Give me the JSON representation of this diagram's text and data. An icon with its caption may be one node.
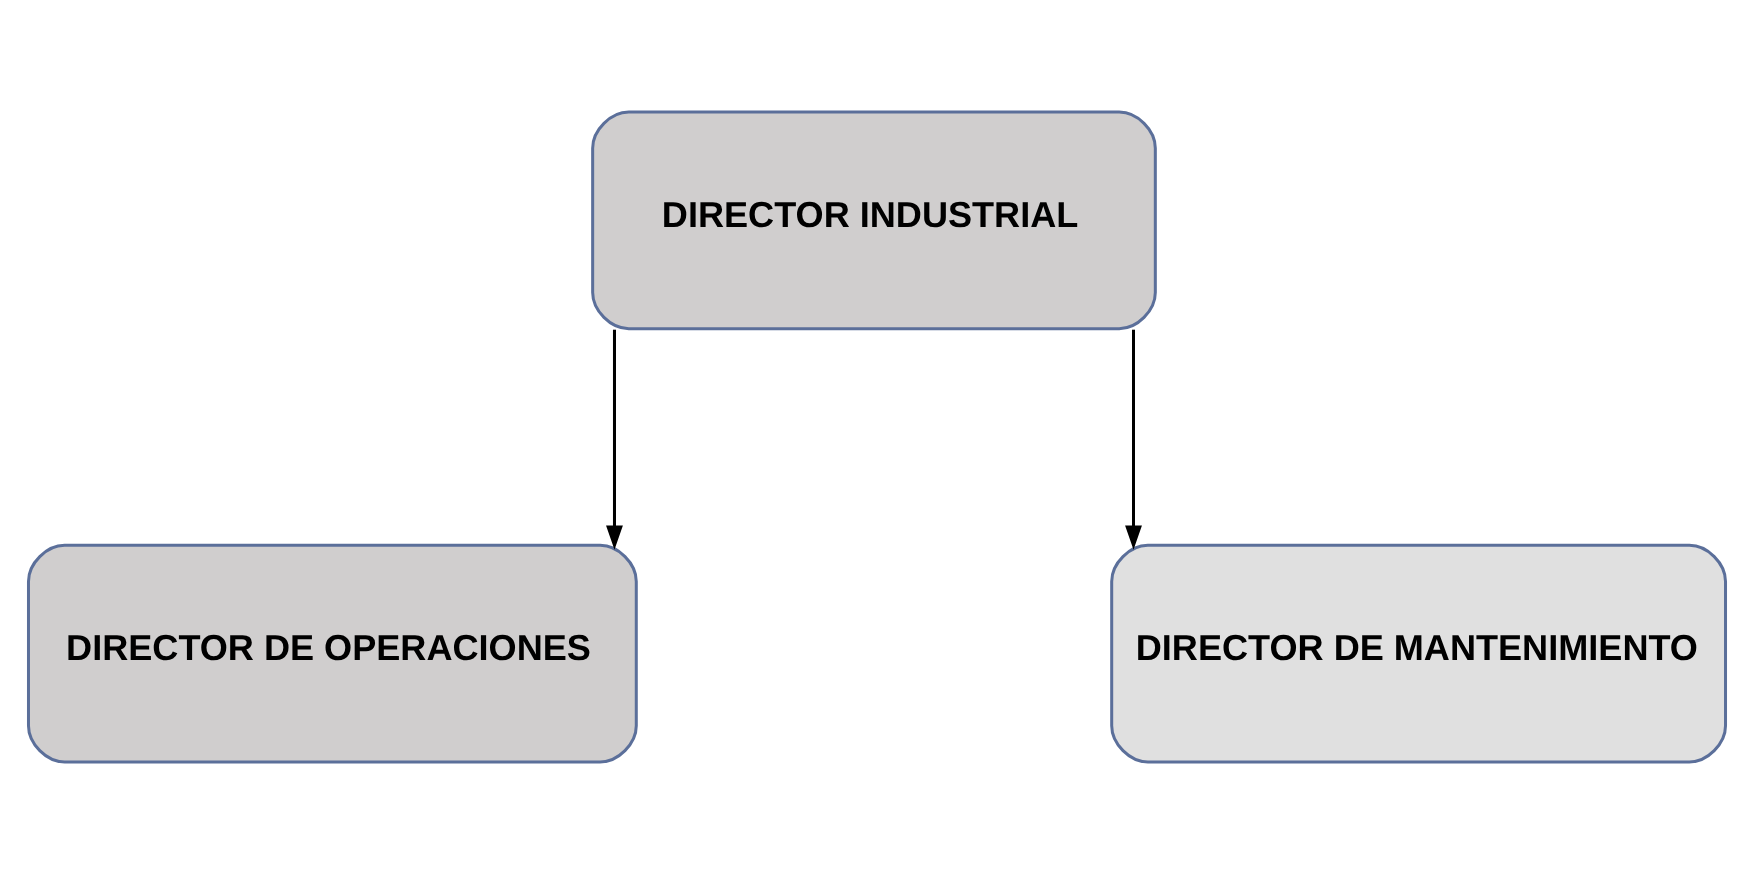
{
  "diagram": {
    "nodes": [
      {
        "text": [
          "DIRECTOR INDUSTRIAL"
        ]
      },
      {
        "text": [
          "DIRECTOR DE OPERACIONES"
        ]
      },
      {
        "text": [
          "DIRECTOR DE MANTENIMIENTO"
        ]
      }
    ],
    "edges": [
      {
        "from": 0,
        "to": 1,
        "arrow": "to"
      },
      {
        "from": 0,
        "to": 2,
        "arrow": "to"
      }
    ]
  }
}
